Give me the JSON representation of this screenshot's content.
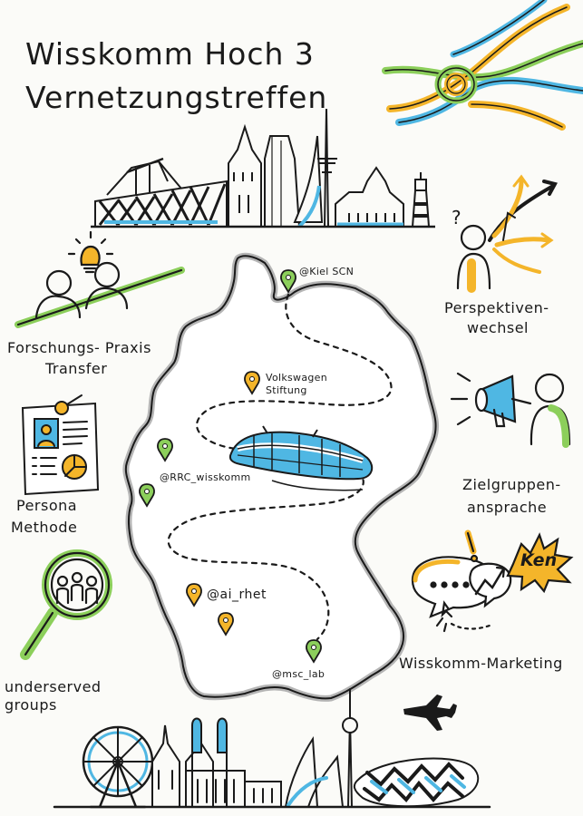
{
  "title": {
    "line1": "Wisskomm Hoch 3",
    "line2": "Vernetzungstreffen"
  },
  "topics": {
    "forschung_line1": "Forschungs- Praxis",
    "forschung_line2": "Transfer",
    "persona_line1": "Persona",
    "persona_line2": "Methode",
    "underserved_line1": "underserved",
    "underserved_line2": "groups",
    "perspektiven_line1": "Perspektiven-",
    "perspektiven_line2": "wechsel",
    "zielgruppen_line1": "Zielgruppen-",
    "zielgruppen_line2": "ansprache",
    "marketing": "Wisskomm-Marketing"
  },
  "map_labels": {
    "kiel": "@Kiel SCN",
    "volkswagen_line1": "Volkswagen",
    "volkswagen_line2": "Stiftung",
    "rrc": "@RRC_wisskomm",
    "ai": "@ai_rhet",
    "msc": "@msc_lab"
  },
  "sticker_text": "Ken",
  "question_mark": "?",
  "colors": {
    "ink": "#1a1a1a",
    "green": "#8ccf5b",
    "yellow": "#f4b52a",
    "blue": "#4fb7e3",
    "paper": "#fbfbf8"
  }
}
